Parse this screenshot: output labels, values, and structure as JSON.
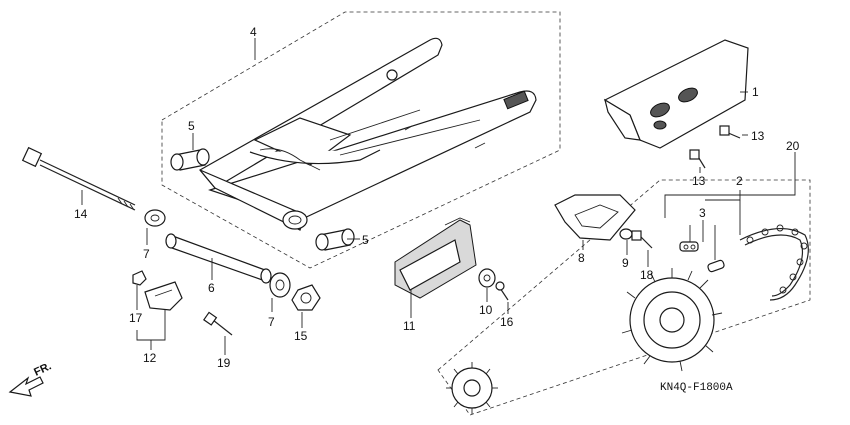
{
  "diagram_code": "KN4Q-F1800A",
  "direction_label": "FR.",
  "callouts": [
    {
      "id": "c1",
      "label": "1"
    },
    {
      "id": "c2",
      "label": "2"
    },
    {
      "id": "c3",
      "label": "3"
    },
    {
      "id": "c4",
      "label": "4"
    },
    {
      "id": "c5a",
      "label": "5"
    },
    {
      "id": "c5b",
      "label": "5"
    },
    {
      "id": "c6",
      "label": "6"
    },
    {
      "id": "c7a",
      "label": "7"
    },
    {
      "id": "c7b",
      "label": "7"
    },
    {
      "id": "c8",
      "label": "8"
    },
    {
      "id": "c9",
      "label": "9"
    },
    {
      "id": "c10",
      "label": "10"
    },
    {
      "id": "c11",
      "label": "11"
    },
    {
      "id": "c12",
      "label": "12"
    },
    {
      "id": "c13a",
      "label": "13"
    },
    {
      "id": "c13b",
      "label": "13"
    },
    {
      "id": "c14",
      "label": "14"
    },
    {
      "id": "c15",
      "label": "15"
    },
    {
      "id": "c16",
      "label": "16"
    },
    {
      "id": "c17",
      "label": "17"
    },
    {
      "id": "c18",
      "label": "18"
    },
    {
      "id": "c19",
      "label": "19"
    },
    {
      "id": "c20",
      "label": "20"
    }
  ]
}
